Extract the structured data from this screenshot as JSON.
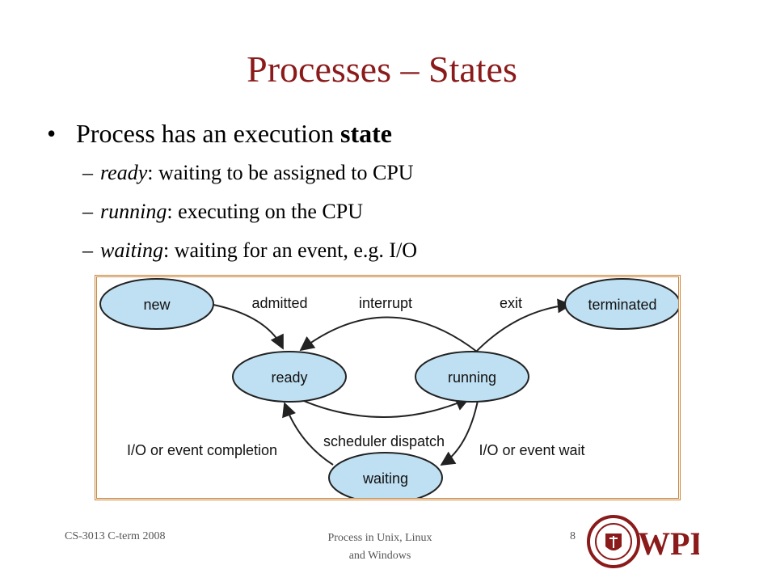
{
  "slide": {
    "title": "Processes – States",
    "bullet": {
      "marker": "•",
      "prefix": "Process has an execution ",
      "emphasis": "state"
    },
    "sub_items": [
      {
        "dash": "–",
        "term": "ready",
        "text": ": waiting to be assigned to CPU"
      },
      {
        "dash": "–",
        "term": "running",
        "text": ": executing on the CPU"
      },
      {
        "dash": "–",
        "term": "waiting",
        "text": ": waiting for an event, e.g. I/O"
      }
    ]
  },
  "diagram": {
    "states": {
      "new": "new",
      "ready": "ready",
      "running": "running",
      "waiting": "waiting",
      "terminated": "terminated"
    },
    "transitions": {
      "admitted": "admitted",
      "interrupt": "interrupt",
      "exit": "exit",
      "scheduler_dispatch": "scheduler dispatch",
      "io_completion": "I/O or event completion",
      "io_wait": "I/O or event wait"
    },
    "colors": {
      "state_fill": "#bfe0f2",
      "stroke": "#222222",
      "frame": "#c9853c"
    }
  },
  "footer": {
    "course": "CS-3013 C-term 2008",
    "topic_line1": "Process in Unix, Linux",
    "topic_line2": "and Windows",
    "page_number": "8",
    "logo_text": "WPI"
  },
  "colors": {
    "title": "#8b1a1a",
    "logo": "#8b1a1a"
  }
}
